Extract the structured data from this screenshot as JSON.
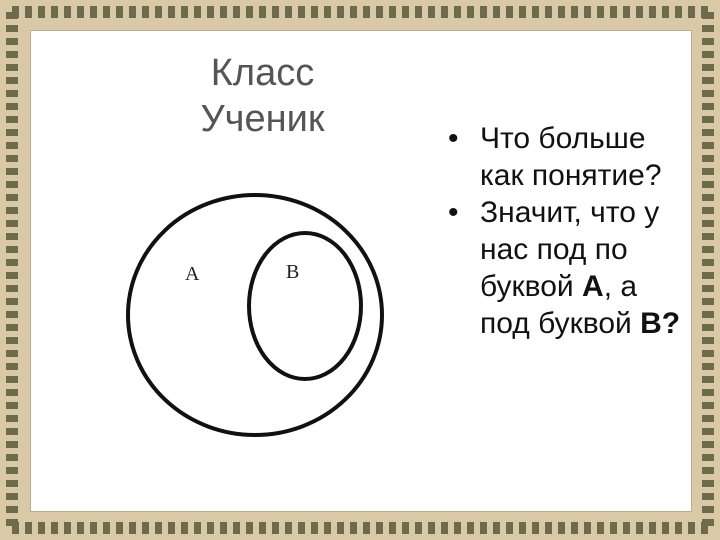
{
  "title": {
    "line1": "Класс",
    "line2": "Ученик"
  },
  "diagram": {
    "label_outer": "A",
    "label_inner": "B"
  },
  "bullets": {
    "item1": "Что больше как понятие?",
    "item2_part1": "Значит, что у нас под по буквой ",
    "item2_a": "А",
    "item2_part2": ", а под буквой ",
    "item2_b": "В?"
  },
  "colors": {
    "frame_bg": "#d8c8a6",
    "frame_dash": "#6e6a4c",
    "title_text": "#555555",
    "body_text": "#111111"
  }
}
